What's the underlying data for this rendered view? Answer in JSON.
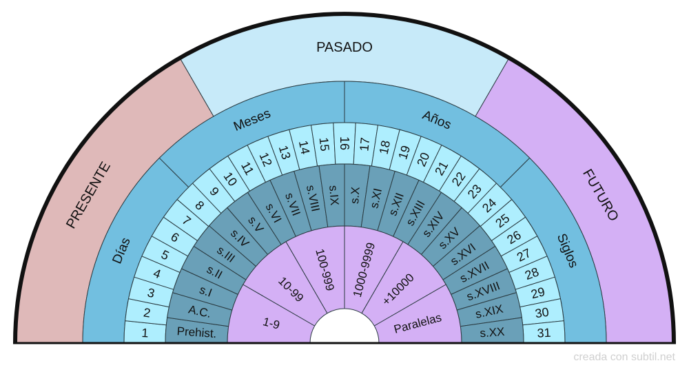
{
  "rings": [
    {
      "id": "time",
      "color_default": "#c7eaf9",
      "orient": "tangential",
      "font": 20,
      "segments": [
        {
          "label": "PRESENTE",
          "color": "#dfb9b9"
        },
        {
          "label": "PASADO",
          "color": "#c7eaf9"
        },
        {
          "label": "FUTURO",
          "color": "#d4b0f5"
        }
      ]
    },
    {
      "id": "units",
      "color_default": "#72bfe0",
      "orient": "tangential",
      "font": 19,
      "segments": [
        {
          "label": "Días"
        },
        {
          "label": "Meses"
        },
        {
          "label": "Años"
        },
        {
          "label": "Siglos"
        }
      ]
    },
    {
      "id": "days",
      "color_default": "#aeeefe",
      "orient": "radial",
      "font": 18,
      "segments": [
        {
          "label": "1"
        },
        {
          "label": "2"
        },
        {
          "label": "3"
        },
        {
          "label": "4"
        },
        {
          "label": "5"
        },
        {
          "label": "6"
        },
        {
          "label": "7"
        },
        {
          "label": "8"
        },
        {
          "label": "9"
        },
        {
          "label": "10"
        },
        {
          "label": "11"
        },
        {
          "label": "12"
        },
        {
          "label": "13"
        },
        {
          "label": "14"
        },
        {
          "label": "15"
        },
        {
          "label": "16"
        },
        {
          "label": "17"
        },
        {
          "label": "18"
        },
        {
          "label": "19"
        },
        {
          "label": "20"
        },
        {
          "label": "21"
        },
        {
          "label": "22"
        },
        {
          "label": "23"
        },
        {
          "label": "24"
        },
        {
          "label": "25"
        },
        {
          "label": "26"
        },
        {
          "label": "27"
        },
        {
          "label": "28"
        },
        {
          "label": "29"
        },
        {
          "label": "30"
        },
        {
          "label": "31"
        }
      ]
    },
    {
      "id": "centuries",
      "color_default": "#6aa0b8",
      "orient": "radial",
      "font": 17,
      "segments": [
        {
          "label": "Prehist."
        },
        {
          "label": "A.C."
        },
        {
          "label": "s.I"
        },
        {
          "label": "s.II"
        },
        {
          "label": "s.III"
        },
        {
          "label": "s.IV"
        },
        {
          "label": "s.V"
        },
        {
          "label": "s.VI"
        },
        {
          "label": "s.VII"
        },
        {
          "label": "s.VIII"
        },
        {
          "label": "s.IX"
        },
        {
          "label": "s.X"
        },
        {
          "label": "s.XI"
        },
        {
          "label": "s.XII"
        },
        {
          "label": "s.XIII"
        },
        {
          "label": "s.XIV"
        },
        {
          "label": "s.XV"
        },
        {
          "label": "s.XVI"
        },
        {
          "label": "s.XVII"
        },
        {
          "label": "s.XVIII"
        },
        {
          "label": "s.XIX"
        },
        {
          "label": "s.XX"
        }
      ]
    },
    {
      "id": "numbers",
      "color_default": "#d4b0f5",
      "orient": "radial",
      "font": 17,
      "segments": [
        {
          "label": "1-9"
        },
        {
          "label": "10-99"
        },
        {
          "label": "100-999"
        },
        {
          "label": "1000-9999"
        },
        {
          "label": "+10000"
        },
        {
          "label": "Paralelas"
        }
      ]
    }
  ],
  "watermark": "creada con subtil.net"
}
